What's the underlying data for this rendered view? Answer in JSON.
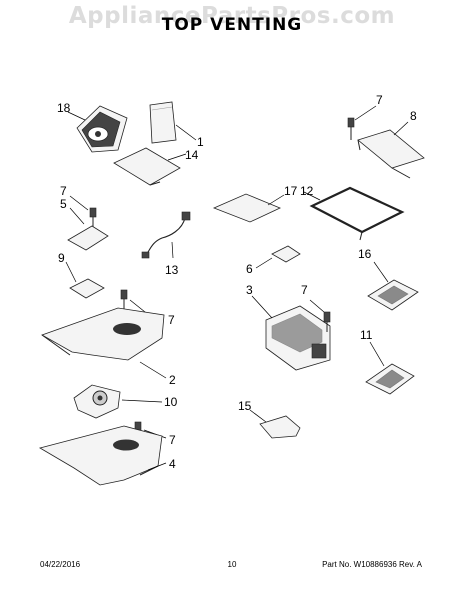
{
  "watermark": "AppliancePartsPros.com",
  "title": "TOP VENTING",
  "callouts": [
    "18",
    "1",
    "14",
    "7",
    "5",
    "13",
    "9",
    "7",
    "2",
    "10",
    "7",
    "4",
    "7",
    "8",
    "17",
    "12",
    "6",
    "3",
    "7",
    "16",
    "11",
    "15"
  ],
  "footer": {
    "date": "04/22/2016",
    "page": "10",
    "part": "Part No. W10886936  Rev. A"
  }
}
